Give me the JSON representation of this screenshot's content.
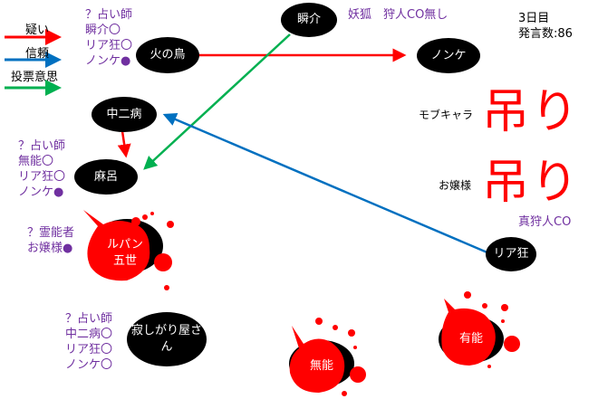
{
  "legend": {
    "items": [
      {
        "label": "疑い",
        "color": "#ff0000"
      },
      {
        "label": "信頼",
        "color": "#0070c0"
      },
      {
        "label": "投票意思",
        "color": "#00b050"
      }
    ]
  },
  "info": {
    "day": "3日目",
    "posts": "発言数:86"
  },
  "nodes": {
    "hinotori": "火の鳥",
    "shunsuke": "瞬介",
    "nonke": "ノンケ",
    "chunibyo": "中二病",
    "maro": "麻呂",
    "lupin": "ルパン\n五世",
    "sabishigari": "寂しがり屋さん",
    "munou": "無能",
    "yuunou": "有能",
    "riakyo": "リア狂"
  },
  "notes": {
    "hinotori": [
      "？占い師",
      "瞬介〇",
      "リア狂〇",
      "ノンケ●"
    ],
    "shunsuke": "妖狐　狩人CO無し",
    "maro": [
      "？占い師",
      "無能〇",
      "リア狂〇",
      "ノンケ●"
    ],
    "lupin": [
      "？霊能者",
      "お嬢様●"
    ],
    "sabishigari": [
      "？占い師",
      "中二病〇",
      "リア狂〇",
      "ノンケ〇"
    ],
    "riakyo": "真狩人CO"
  },
  "hanged": {
    "mark": "吊り",
    "victims": [
      "モブキャラ",
      "お嬢様"
    ]
  },
  "colors": {
    "suspect": "#ff0000",
    "trust": "#0070c0",
    "vote": "#00b050",
    "note": "#7030a0",
    "blood": "#ff0000"
  }
}
